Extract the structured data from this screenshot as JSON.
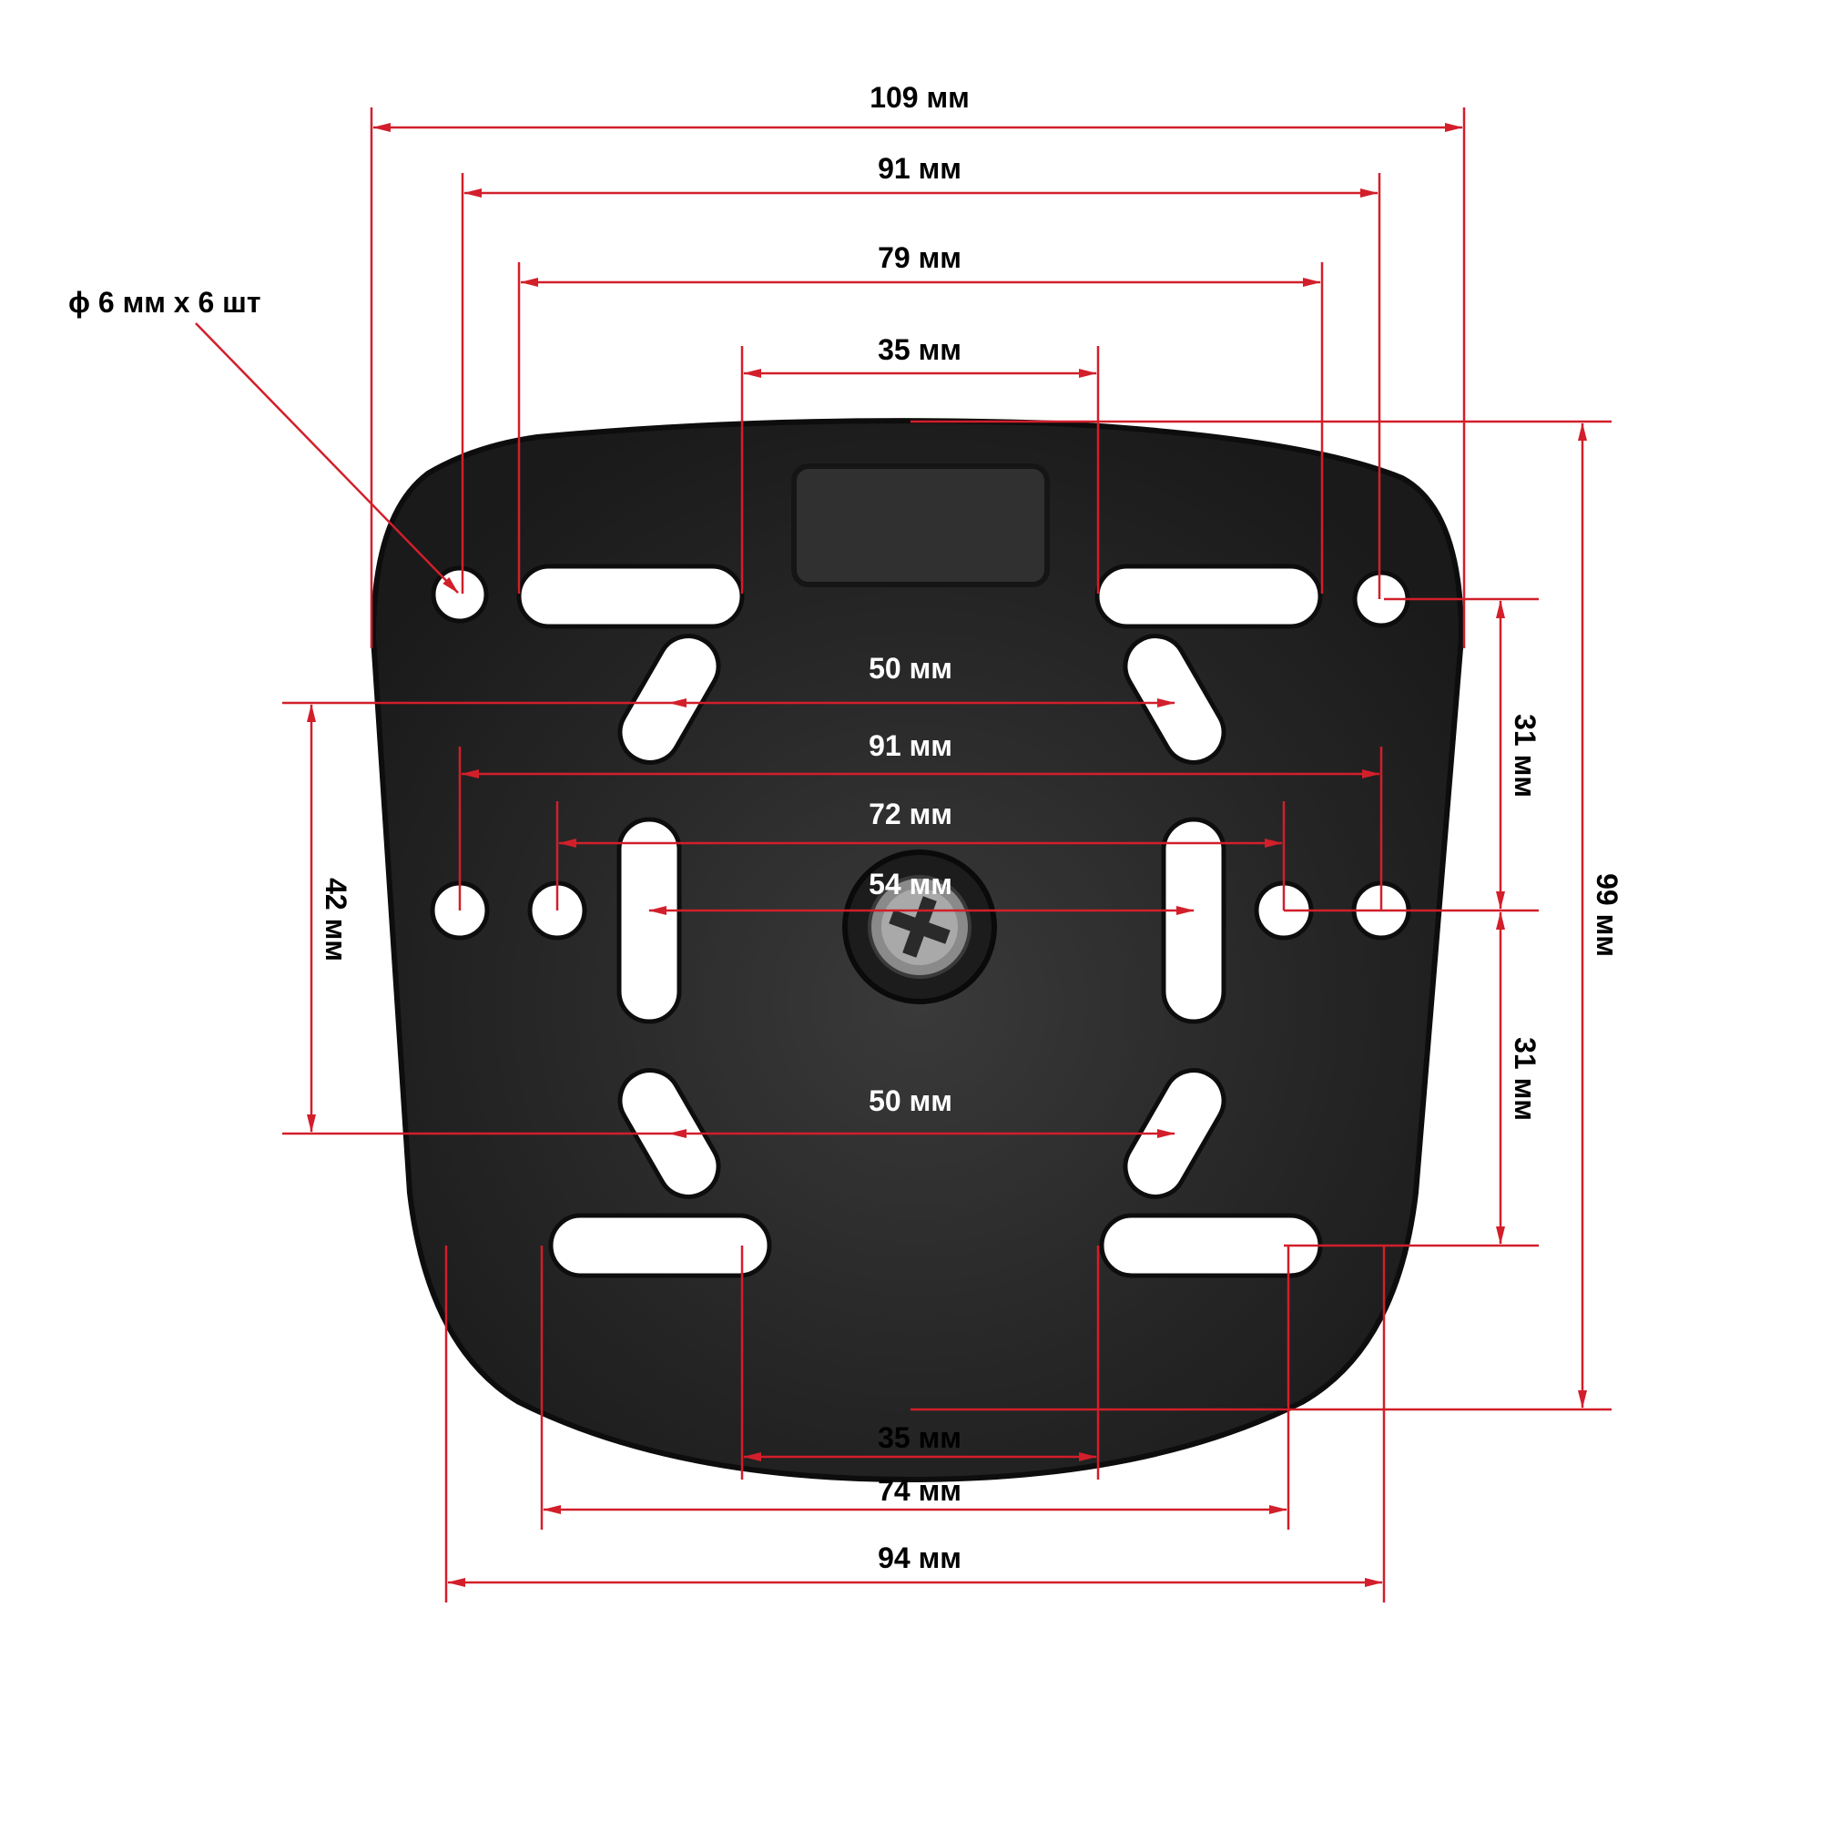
{
  "colors": {
    "plate": "#262626",
    "plate_edge": "#111111",
    "holes": "#ffffff",
    "dimension_line": "#d21f2b",
    "label_dark": "#000000",
    "label_light": "#ffffff"
  },
  "hole_note": "ϕ 6 мм x 6 шт",
  "dimensions_top": {
    "overall_width": "109 мм",
    "outer_holes": "91 мм",
    "slot_ends": "79 мм",
    "slot_inner": "35 мм"
  },
  "dimensions_middle": {
    "diagonal_upper": "50 мм",
    "side_holes_outer": "91 мм",
    "side_holes_inner": "72 мм",
    "vertical_slots": "54 мм",
    "diagonal_lower": "50 мм"
  },
  "dimensions_bottom": {
    "slot_inner": "35 мм",
    "slot_ends": "74 мм",
    "bottom_width": "94 мм"
  },
  "dimensions_side": {
    "left_height": "42 мм",
    "right_upper": "31 мм",
    "right_lower": "31 мм",
    "overall_height": "99 мм"
  },
  "icons": {
    "screw": "phillips-screw-icon"
  }
}
